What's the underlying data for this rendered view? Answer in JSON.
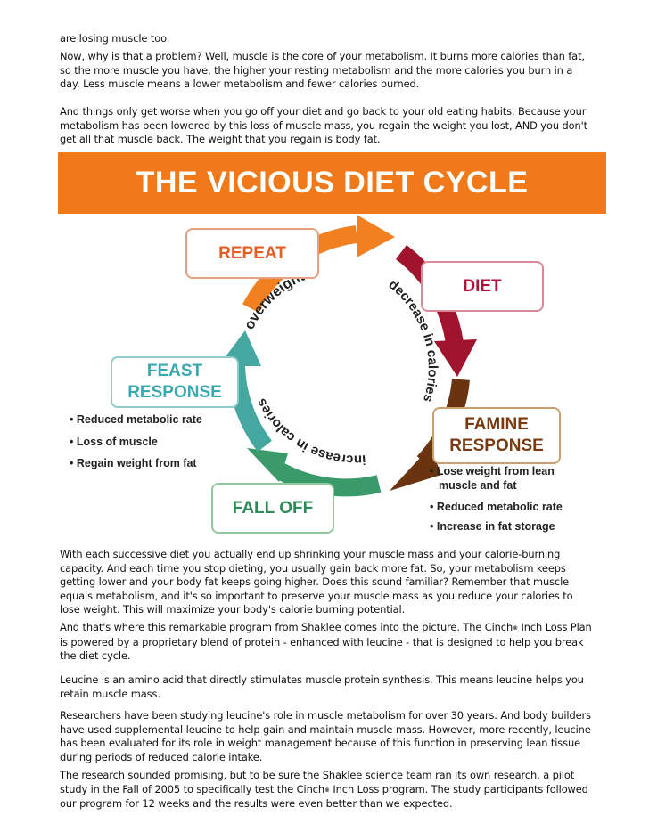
{
  "paragraphs": [
    "are losing muscle too.",
    "Now, why is that a problem? Well, muscle is the core of your metabolism. It burns more calories than fat, so the more muscle you have, the higher your resting metabolism and the more calories you burn in a day. Less muscle means a lower metabolism and fewer calories burned.",
    "And things only get worse when you go off your diet and go back to your old eating habits. Because your metabolism has been lowered by this loss of muscle mass, you regain the weight you lost, AND you don't get all that muscle back. The weight that you regain is body fat.",
    "With each successive diet you actually end up shrinking your muscle mass and your calorie-burning capacity. And each time you stop dieting, you usually gain back more fat. So, your metabolism keeps getting lower and your body fat keeps going higher. Does this sound familiar? Remember that muscle equals metabolism, and it's so important to preserve your muscle mass as you reduce your calories to lose weight. This will maximize your body's calorie burning potential.",
    "Leucine is an amino acid that directly stimulates muscle protein synthesis. This means leucine helps you retain muscle mass.",
    "Researchers have been studying leucine's role in muscle metabolism for over 30 years. And body builders have used supplemental leucine to help gain and maintain muscle mass. However, more recently, leucine has been evaluated for its role in weight management because of this function in preserving lean tissue during periods of reduced calorie intake."
  ],
  "para_cinch1": {
    "before": "And that's where this remarkable program from Shaklee comes into the picture. The Cinch",
    "mark": "®",
    "after": " Inch Loss Plan is powered by a proprietary blend of protein - enhanced with leucine - that is designed to help you break the diet cycle."
  },
  "para_cinch2": {
    "before": "The research sounded promising, but to be sure the Shaklee science team ran its own research, a pilot study in the Fall of 2005 to specifically test the Cinch",
    "mark": "®",
    "after": " Inch Loss program. The study participants followed our program for 12 weeks and the results were even better than we expected."
  },
  "figure": {
    "title": "THE VICIOUS DIET CYCLE",
    "stages": {
      "repeat": "REPEAT",
      "diet": "DIET",
      "famine_1": "FAMINE",
      "famine_2": "RESPONSE",
      "fall_off": "FALL OFF",
      "feast_1": "FEAST",
      "feast_2": "RESPONSE"
    },
    "arc_labels": {
      "overweight": "overweight",
      "decrease": "decrease in calories",
      "increase": "increase in calories"
    },
    "feast_bullets": [
      "Reduced metabolic rate",
      "Loss of muscle",
      "Regain weight from fat"
    ],
    "famine_bullets": [
      "Lose weight from lean",
      "muscle and fat",
      "Reduced metabolic rate",
      "Increase in fat storage"
    ],
    "colors": {
      "banner": "#f07a1a",
      "repeat": "#e65d24",
      "diet": "#b0123a",
      "famine": "#7a3a10",
      "fall_off": "#2e8b57",
      "feast": "#3aa8b0",
      "arc_orange": "#f08020",
      "arc_red": "#a0142e",
      "arc_brown": "#6b3410",
      "arc_green": "#3a9a6a",
      "arc_teal": "#45a8a0"
    }
  }
}
